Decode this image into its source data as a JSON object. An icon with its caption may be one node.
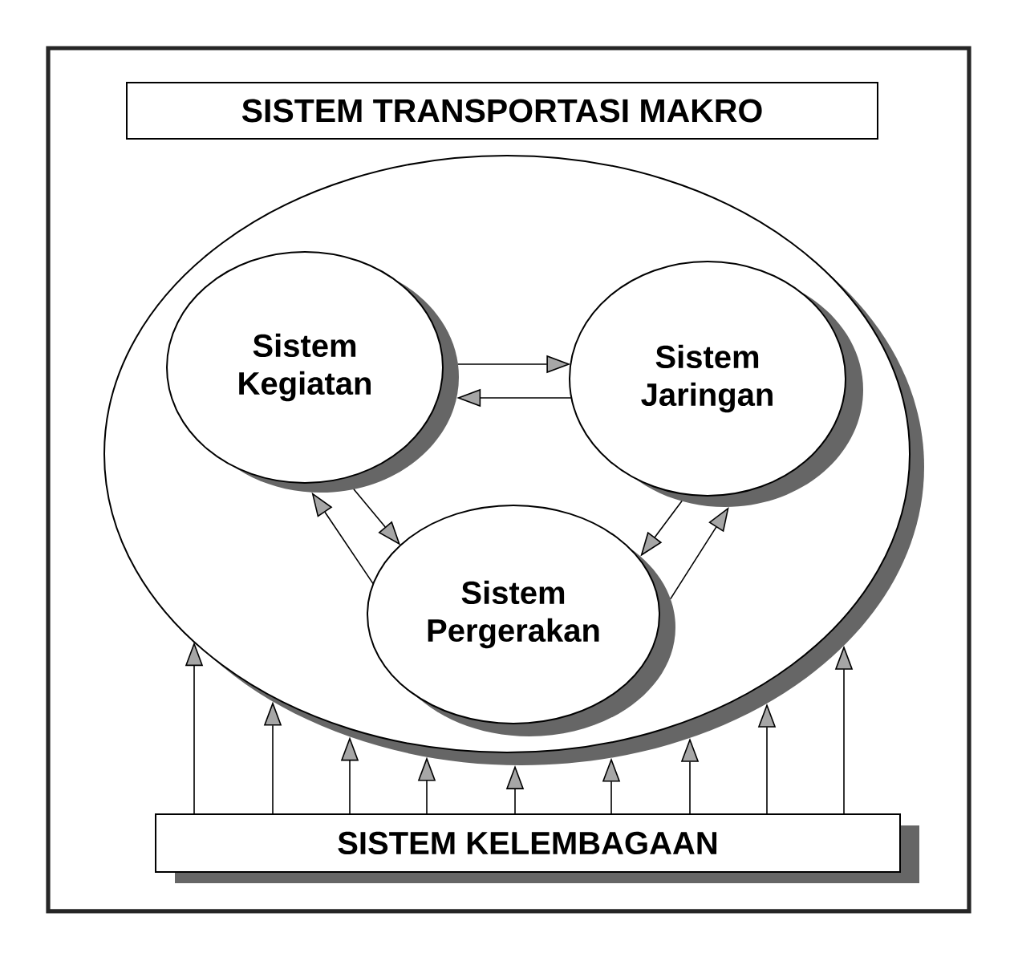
{
  "diagram": {
    "nodes": [
      {
        "text": [
          "SISTEM TRANSPORTASI MAKRO"
        ]
      },
      {
        "text": [],
        "shape": "ellipse"
      },
      {
        "text": [
          "Sistem Kegiatan"
        ],
        "in": 1
      },
      {
        "text": [
          "Sistem Jaringan"
        ],
        "in": 1
      },
      {
        "text": [
          "Sistem Pergerakan"
        ],
        "in": 1
      },
      {
        "text": [
          "SISTEM KELEMBAGAAN"
        ]
      }
    ],
    "edges": [
      {
        "from": 2,
        "to": 3,
        "arrow": "to"
      },
      {
        "from": 3,
        "to": 2,
        "arrow": "to"
      },
      {
        "from": 4,
        "to": 2,
        "arrow": "to"
      },
      {
        "from": 2,
        "to": 4,
        "arrow": "to"
      },
      {
        "from": 3,
        "to": 4,
        "arrow": "to"
      },
      {
        "from": 4,
        "to": 3,
        "arrow": "to"
      },
      {
        "from": 5,
        "to": 1,
        "arrow": "to"
      },
      {
        "from": 5,
        "to": 1,
        "arrow": "to"
      },
      {
        "from": 5,
        "to": 1,
        "arrow": "to"
      },
      {
        "from": 5,
        "to": 1,
        "arrow": "to"
      },
      {
        "from": 5,
        "to": 1,
        "arrow": "to"
      },
      {
        "from": 5,
        "to": 1,
        "arrow": "to"
      },
      {
        "from": 5,
        "to": 1,
        "arrow": "to"
      },
      {
        "from": 5,
        "to": 1,
        "arrow": "to"
      },
      {
        "from": 5,
        "to": 1,
        "arrow": "to"
      }
    ]
  }
}
